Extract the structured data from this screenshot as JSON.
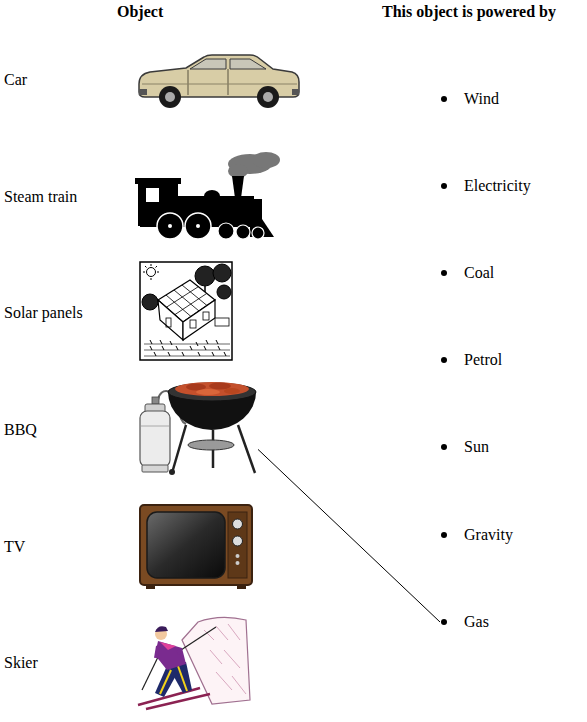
{
  "diagram": {
    "nodes": [
      {
        "text": [
          "Car"
        ]
      },
      {
        "text": [
          "Steam train"
        ]
      },
      {
        "text": [
          "Solar panels"
        ]
      },
      {
        "text": [
          "BBQ"
        ]
      },
      {
        "text": [
          "TV"
        ]
      },
      {
        "text": [
          "Skier"
        ]
      },
      {
        "text": [
          "Wind"
        ]
      },
      {
        "text": [
          "Electricity"
        ]
      },
      {
        "text": [
          "Coal"
        ]
      },
      {
        "text": [
          "Petrol"
        ]
      },
      {
        "text": [
          "Sun"
        ]
      },
      {
        "text": [
          "Gravity"
        ]
      },
      {
        "text": [
          "Gas"
        ]
      }
    ],
    "edges": [
      {
        "from": 3,
        "to": 12,
        "arrow": "none"
      }
    ],
    "labels": [
      "Object",
      "This object is powered by"
    ]
  }
}
